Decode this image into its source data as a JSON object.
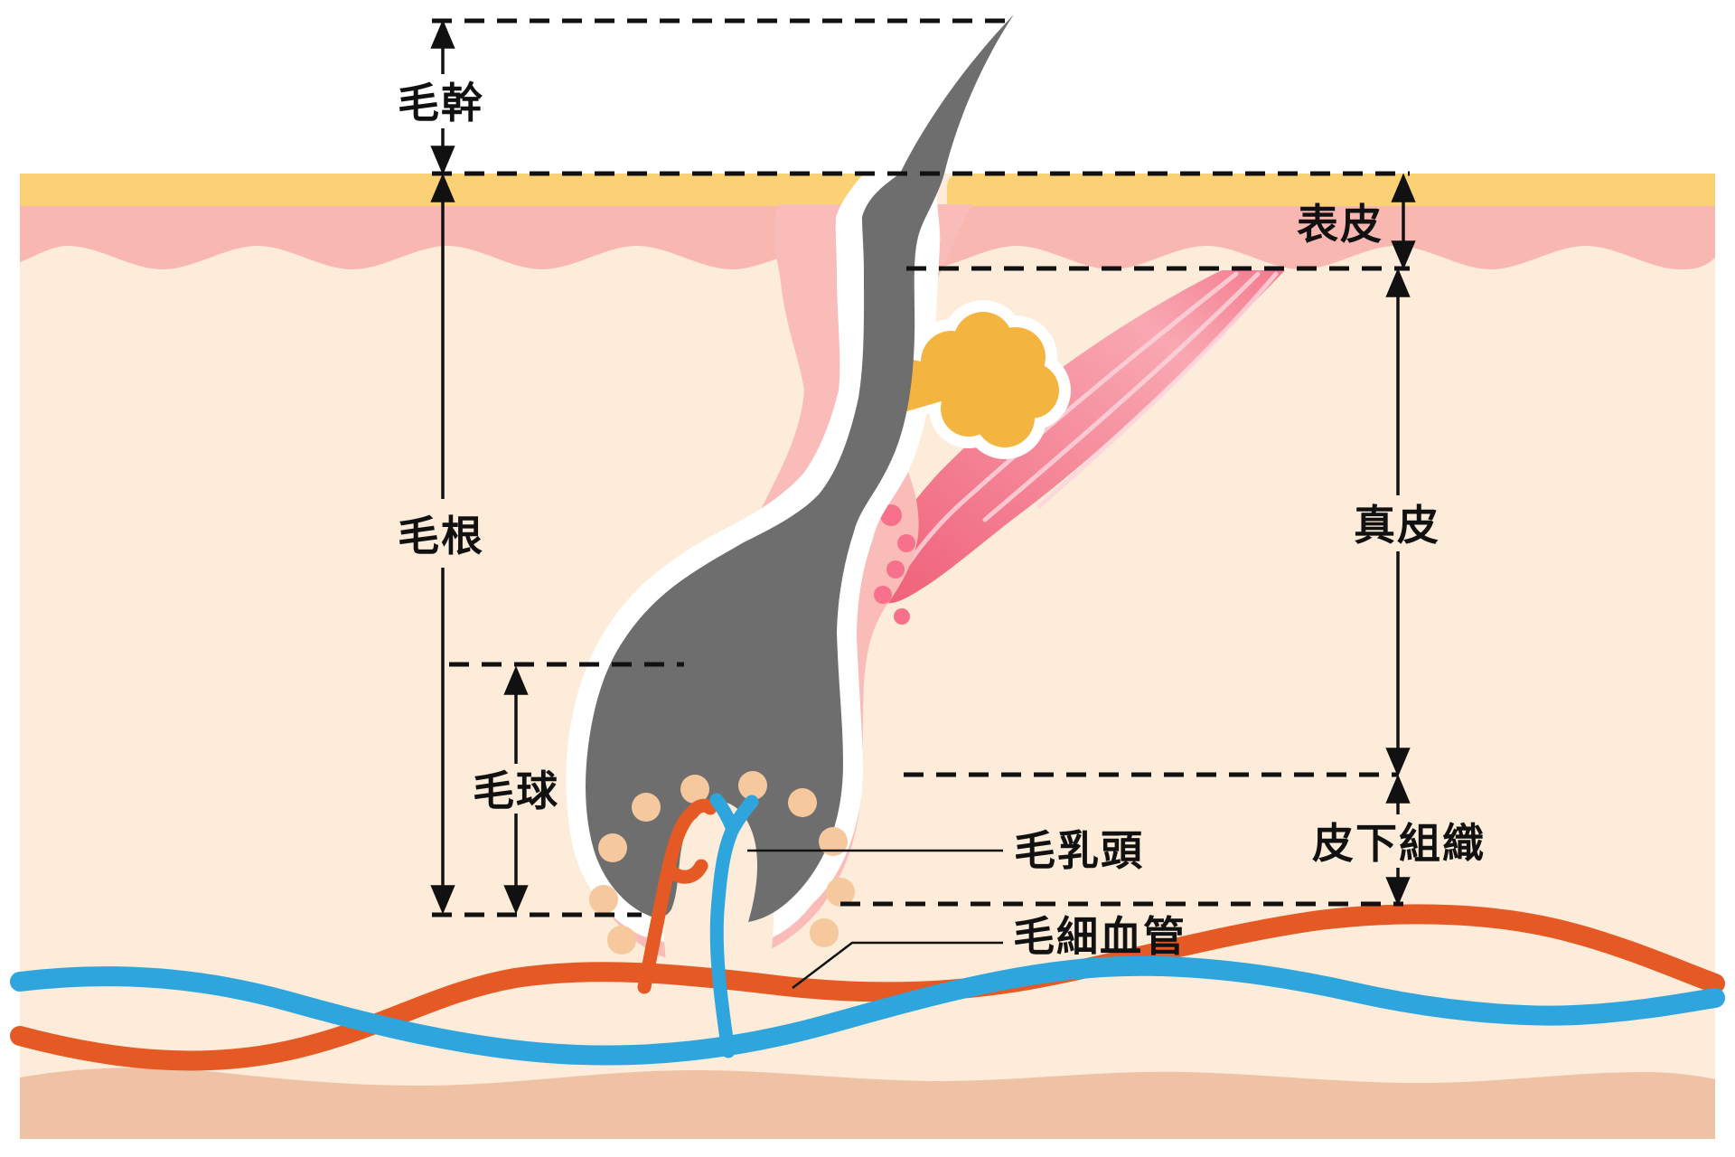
{
  "diagram": {
    "type": "anatomy-cross-section",
    "subject": "hair follicle and skin layer structure",
    "labels": {
      "hair_shaft": "毛幹",
      "hair_root": "毛根",
      "hair_bulb": "毛球",
      "epidermis": "表皮",
      "dermis": "真皮",
      "subcutaneous_tissue": "皮下組織",
      "hair_papilla": "毛乳頭",
      "capillary": "毛細血管"
    },
    "colors": {
      "background": "#ffffff",
      "stratum_corneum_yellow": "#fbd176",
      "epidermis_pink": "#f9b7b2",
      "dermis_cream": "#fcecd9",
      "subcutis_salmon": "#efc2a5",
      "hair_gray": "#6e6e6e",
      "follicle_sheath_pink": "#f9bcb8",
      "follicle_outline_white": "#ffffff",
      "sebaceous_gland_yellow": "#f4b440",
      "arrector_muscle_pink": "#f0607a",
      "muscle_stripe_pink": "#fbd4da",
      "artery_red": "#e55a24",
      "vein_blue": "#2fa5dd",
      "matrix_dot_orange": "#f5c89d",
      "bulge_dot_pink": "#f8718c",
      "papilla_cream": "#fcecd9",
      "line_black": "#111111"
    }
  }
}
